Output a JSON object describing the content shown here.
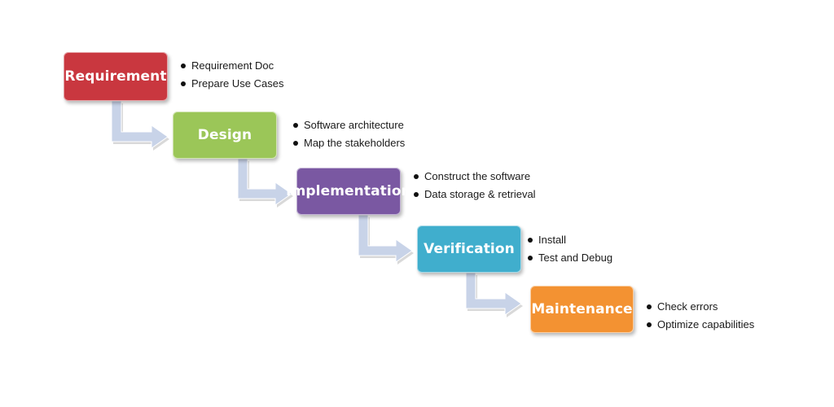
{
  "stages": [
    {
      "label": "Requirement",
      "color": "#c9373f",
      "bullets": [
        "Requirement Doc",
        "Prepare Use Cases"
      ]
    },
    {
      "label": "Design",
      "color": "#9bc658",
      "bullets": [
        "Software architecture",
        "Map the stakeholders"
      ]
    },
    {
      "label": "Implementation",
      "color": "#7a58a2",
      "bullets": [
        "Construct the software",
        "Data storage & retrieval"
      ]
    },
    {
      "label": "Verification",
      "color": "#40aecd",
      "bullets": [
        "Install",
        "Test and Debug"
      ]
    },
    {
      "label": "Maintenance",
      "color": "#f39232",
      "bullets": [
        "Check errors",
        "Optimize capabilities"
      ]
    }
  ],
  "arrow_color": "#c8d3e8"
}
